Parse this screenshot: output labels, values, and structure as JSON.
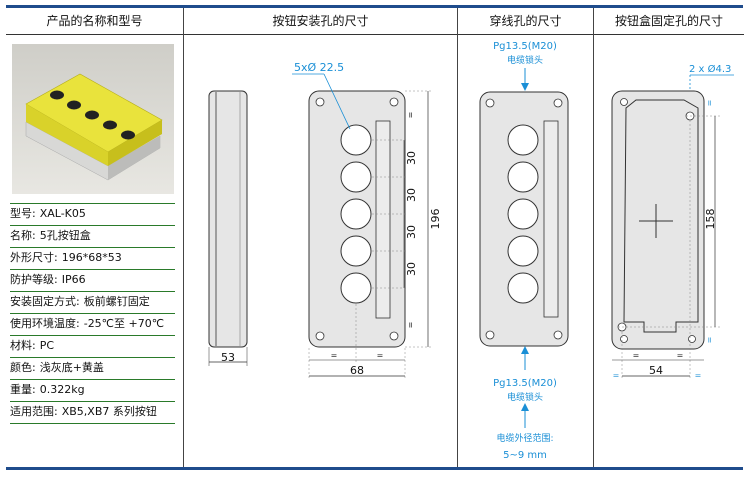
{
  "headers": {
    "product": "产品的名称和型号",
    "mount_holes": "按钮安装孔的尺寸",
    "cable_holes": "穿线孔的尺寸",
    "fix_holes": "按钮盒固定孔的尺寸"
  },
  "specs": [
    {
      "label": "型号:",
      "value": "XAL-K05"
    },
    {
      "label": "名称:",
      "value": "5孔按钮盒"
    },
    {
      "label": "外形尺寸:",
      "value": "196*68*53"
    },
    {
      "label": "防护等级:",
      "value": "IP66"
    },
    {
      "label": "安装固定方式:",
      "value": "板前螺钉固定"
    },
    {
      "label": "使用环境温度:",
      "value": "-25℃至 +70℃"
    },
    {
      "label": "材料:",
      "value": "PC"
    },
    {
      "label": "颜色:",
      "value": "浅灰底+黄盖"
    },
    {
      "label": "重量:",
      "value": "0.322kg"
    },
    {
      "label": "适用范围:",
      "value": "XB5,XB7 系列按钮"
    }
  ],
  "drawing1": {
    "hole_callout": "5xØ 22.5",
    "pitch": "30",
    "height": "196",
    "depth": "53",
    "width": "68",
    "eq": "="
  },
  "drawing2": {
    "top_gland": "Pg13.5(M20)",
    "top_gland_sub": "电缆锁头",
    "bottom_gland": "Pg13.5(M20)",
    "bottom_gland_sub": "电缆锁头",
    "cable_range_label": "电缆外径范围:",
    "cable_range_value": "5~9 mm"
  },
  "drawing3": {
    "hole_callout": "2 x Ø4.3",
    "height": "158",
    "width": "54",
    "eq": "="
  },
  "colors": {
    "rule": "#1f4c8c",
    "accent_blue": "#1a8fd6",
    "spec_line": "#2a7a2a",
    "box_fill": "#e6e6e6"
  }
}
